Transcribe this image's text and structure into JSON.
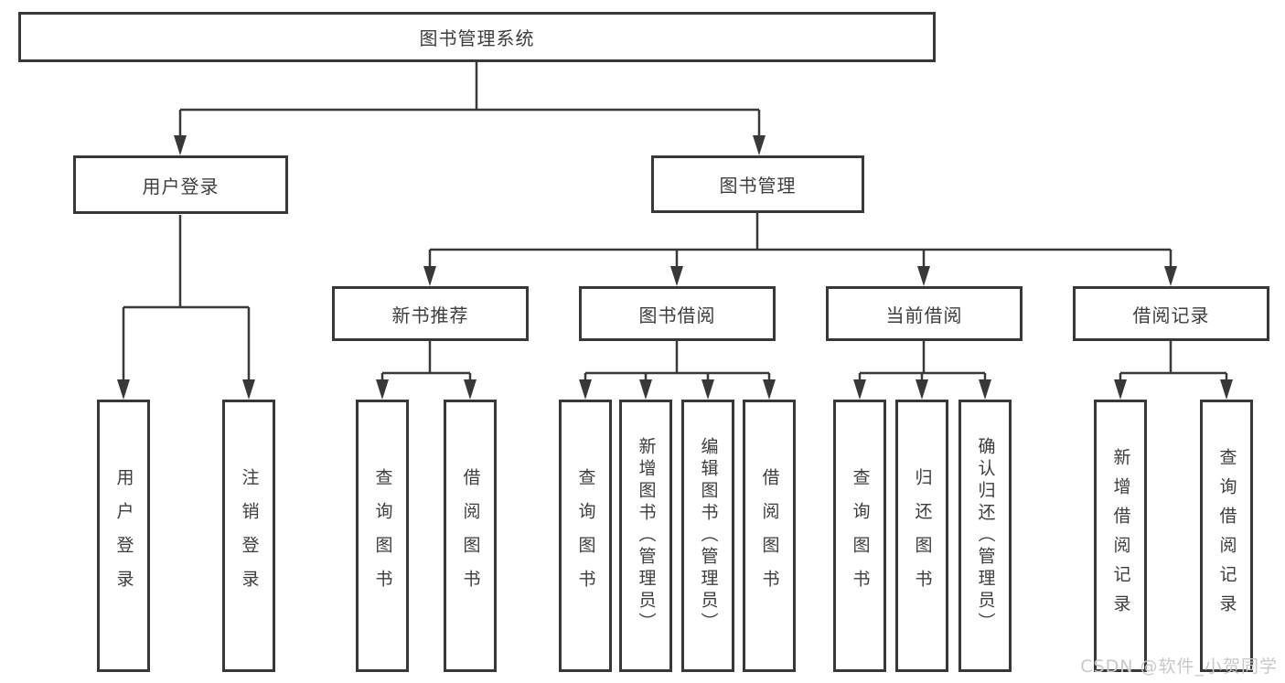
{
  "diagram_title": "图书管理系统",
  "watermark": "CSDN @软件_小贺同学",
  "colors": {
    "line": "#383838",
    "text": "#3d3d3d",
    "background": "#ffffff",
    "watermark": "#c8c8c8"
  },
  "nodes": {
    "root": {
      "label": "图书管理系统"
    },
    "user_login_group": {
      "label": "用户登录"
    },
    "book_mgmt": {
      "label": "图书管理"
    },
    "new_book_rec": {
      "label": "新书推荐"
    },
    "book_borrow": {
      "label": "图书借阅"
    },
    "current_borrow": {
      "label": "当前借阅"
    },
    "borrow_records": {
      "label": "借阅记录"
    },
    "user_login": {
      "label": "用户登录"
    },
    "logout": {
      "label": "注销登录"
    },
    "query_books_1": {
      "label": "查询图书"
    },
    "borrow_books_1": {
      "label": "借阅图书"
    },
    "query_books_2": {
      "label": "查询图书"
    },
    "add_books": {
      "label": "新增图书（管理员）"
    },
    "edit_books": {
      "label": "编辑图书（管理员）"
    },
    "borrow_books_2": {
      "label": "借阅图书"
    },
    "query_books_3": {
      "label": "查询图书"
    },
    "return_books": {
      "label": "归还图书"
    },
    "confirm_return": {
      "label": "确认归还（管理员）"
    },
    "add_borrow_record": {
      "label": "新增借阅记录"
    },
    "query_borrow_record": {
      "label": "查询借阅记录"
    }
  },
  "hierarchy": {
    "图书管理系统": [
      "用户登录",
      "图书管理"
    ],
    "用户登录": [
      "用户登录",
      "注销登录"
    ],
    "图书管理": [
      "新书推荐",
      "图书借阅",
      "当前借阅",
      "借阅记录"
    ],
    "新书推荐": [
      "查询图书",
      "借阅图书"
    ],
    "图书借阅": [
      "查询图书",
      "新增图书（管理员）",
      "编辑图书（管理员）",
      "借阅图书"
    ],
    "当前借阅": [
      "查询图书",
      "归还图书",
      "确认归还（管理员）"
    ],
    "借阅记录": [
      "新增借阅记录",
      "查询借阅记录"
    ]
  }
}
